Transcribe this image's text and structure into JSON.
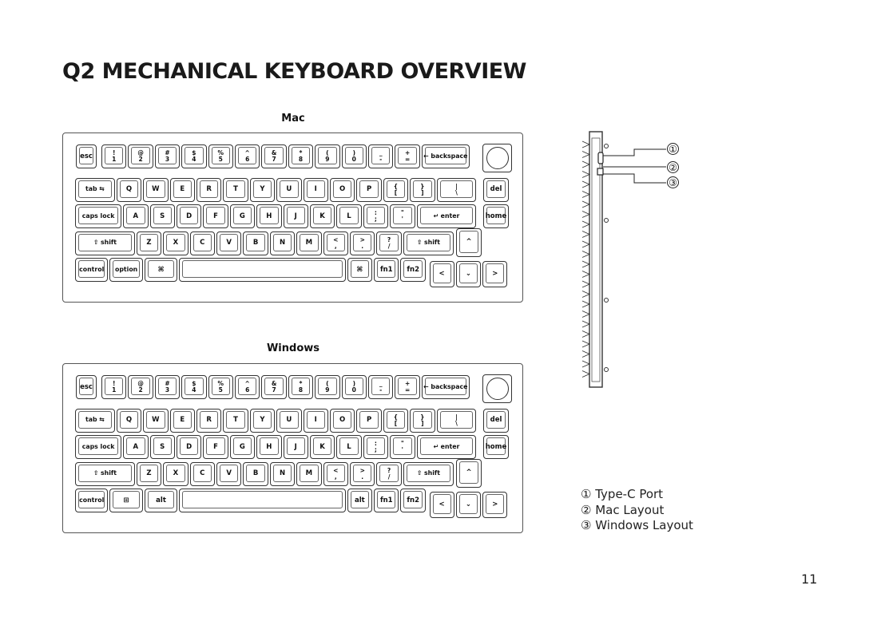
{
  "page": {
    "title": "Q2 MECHANICAL KEYBOARD OVERVIEW",
    "page_number": "11"
  },
  "layouts": [
    {
      "label": "Mac",
      "rows": [
        [
          "esc",
          "!\n1",
          "@\n2",
          "#\n3",
          "$\n4",
          "%\n5",
          "^\n6",
          "&\n7",
          "*\n8",
          "(\n9",
          ")\n0",
          "_\n-",
          "+\n=",
          "← backspace"
        ],
        [
          "tab ⇆",
          "Q",
          "W",
          "E",
          "R",
          "T",
          "Y",
          "U",
          "I",
          "O",
          "P",
          "{\n[",
          "}\n]",
          "|\n\\",
          "del"
        ],
        [
          "caps lock",
          "A",
          "S",
          "D",
          "F",
          "G",
          "H",
          "J",
          "K",
          "L",
          ":\n;",
          "\"\n'",
          "↵ enter",
          "home"
        ],
        [
          "⇧ shift",
          "Z",
          "X",
          "C",
          "V",
          "B",
          "N",
          "M",
          "<\n,",
          ">\n.",
          "?\n/",
          "⇧ shift",
          "^"
        ],
        [
          "control",
          "option",
          "⌘",
          "",
          "⌘",
          "fn1",
          "fn2",
          "<",
          "⌄",
          ">"
        ]
      ]
    },
    {
      "label": "Windows",
      "rows": [
        [
          "esc",
          "!\n1",
          "@\n2",
          "#\n3",
          "$\n4",
          "%\n5",
          "^\n6",
          "&\n7",
          "*\n8",
          "(\n9",
          ")\n0",
          "_\n-",
          "+\n=",
          "← backspace"
        ],
        [
          "tab ⇆",
          "Q",
          "W",
          "E",
          "R",
          "T",
          "Y",
          "U",
          "I",
          "O",
          "P",
          "{\n[",
          "}\n]",
          "|\n\\",
          "del"
        ],
        [
          "caps lock",
          "A",
          "S",
          "D",
          "F",
          "G",
          "H",
          "J",
          "K",
          "L",
          ":\n;",
          "\"\n'",
          "↵ enter",
          "home"
        ],
        [
          "⇧ shift",
          "Z",
          "X",
          "C",
          "V",
          "B",
          "N",
          "M",
          "<\n,",
          ">\n.",
          "?\n/",
          "⇧ shift",
          "^"
        ],
        [
          "control",
          "⊞",
          "alt",
          "",
          "alt",
          "fn1",
          "fn2",
          "<",
          "⌄",
          ">"
        ]
      ]
    }
  ],
  "side_view": {
    "callouts": [
      "①",
      "②",
      "③"
    ]
  },
  "legend": [
    "① Type-C Port",
    "② Mac Layout",
    "③ Windows Layout"
  ],
  "icons": {
    "windows_key": "windows-logo-icon",
    "command_key": "command-icon",
    "knob": "rotary-knob-icon",
    "usb_port": "usb-c-port-icon"
  }
}
